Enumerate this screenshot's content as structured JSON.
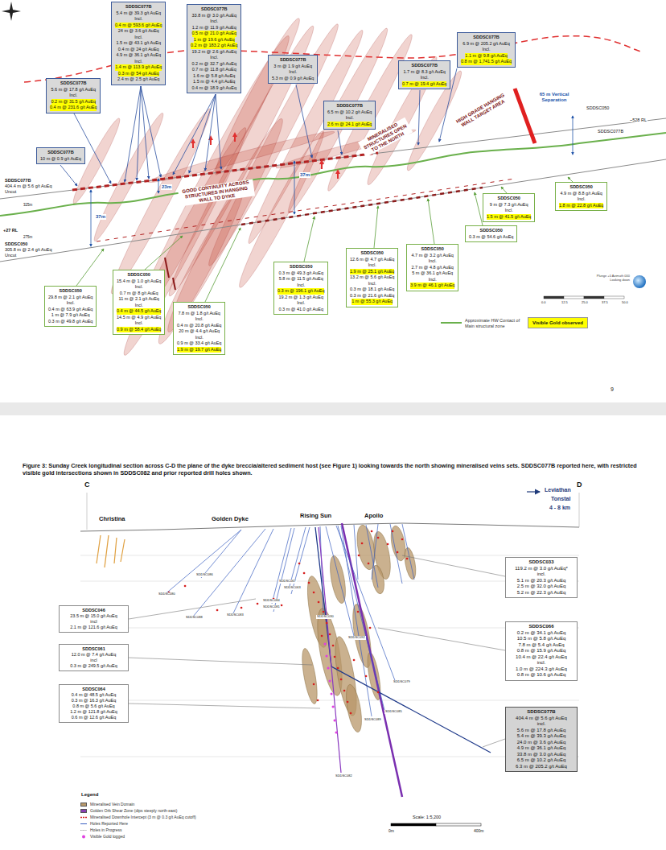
{
  "diagram": {
    "caption": "Figure 3: Sunday Creek longitudinal section across C-D the plane of the dyke breccia/altered sediment host (see Figure 1) looking towards the north showing mineralised veins sets. SDDSC077B reported here, with restricted visible gold intersections shown in SDDSC082 and prior reported drill holes shown.",
    "nodes": [
      {
        "text": [
          "SDDSC077B",
          "5.6 m @ 17.8 g/t AuEq",
          "Incl.",
          "0.2 m @ 31.5 g/t AuEq",
          "0.4 m @ 231.6 g/t AuEq"
        ]
      },
      {
        "text": [
          "SDDSC077B",
          "5.4 m @ 39.3 g/t AuEq",
          "Incl.",
          "0.4 m @ 593.6 g/t AuEq",
          "24 m @ 3.6 g/t AuEq",
          "Incl.",
          "1.5 m @ 43.1 g/t AuEq",
          "0.4 m @ 24 g/t AuEq",
          "4.9 m @ 36.1 g/t AuEq",
          "Incl.",
          "1.4 m @ 113.9 g/t AuEq",
          "0.3 m @ 54 g/t AuEq",
          "2.4 m @ 2.5 g/t AuEq"
        ]
      },
      {
        "text": [
          "SDDSC077B",
          "33.8 m @ 3.0 g/t AuEq",
          "Incl.",
          "1.2 m @ 11.9 g/t AuEq",
          "0.5 m @ 21.0 g/t AuEq",
          "1 m @ 19.6 g/t AuEq",
          "0.2 m @ 183.2 g/t AuEq",
          "19.2 m @ 2.6 g/t AuEq",
          "Incl.",
          "0.2 m @ 32.7 g/t AuEq",
          "0.7 m @ 11.8 g/t AuEq",
          "1.6 m @ 5.8 g/t AuEq",
          "1.5 m @ 4.4 g/t AuEq",
          "0.4 m @ 18.9 g/t AuEq"
        ]
      },
      {
        "text": [
          "SDDSC077B",
          "3 m @ 1.9 g/t AuEq",
          "Incl.",
          "5.3 m @ 0.9 g/t AuEq"
        ]
      },
      {
        "text": [
          "SDDSC077B",
          "6.5 m @ 10.2 g/t AuEq",
          "Incl.",
          "2.6 m @ 24.1 g/t AuEq"
        ]
      },
      {
        "text": [
          "SDDSC077B",
          "1.7 m @ 8.3 g/t AuEq",
          "Incl.",
          "0.7 m @ 19.4 g/t AuEq"
        ]
      },
      {
        "text": [
          "SDDSC077B",
          "6.9 m @ 205.2 g/t AuEq",
          "Incl.",
          "1.1 m @ 9.8 g/t AuEq",
          "0.8 m @ 1,741.5 g/t AuEq"
        ]
      },
      {
        "text": [
          "SDDSC077B",
          "10 m @ 0.9 g/t AuEq"
        ]
      },
      {
        "text": [
          "SDDSC050",
          "4.9 m @ 8.8 g/t AuEq",
          "Incl.",
          "1.8 m @ 22.8 g/t AuEq"
        ]
      },
      {
        "text": [
          "SDDSC050",
          "9 m @ 7.3 g/t AuEq",
          "Incl.",
          "1.5 m @ 41.5 g/t AuEq"
        ]
      },
      {
        "text": [
          "SDDSC050",
          "0.3 m @ 54.6 g/t AuEq"
        ]
      },
      {
        "text": [
          "SDDSC050",
          "4.7 m @ 3.2 g/t AuEq",
          "Incl.",
          "2.7 m @ 4.8 g/t AuEq",
          "5 m @ 36.1 g/t AuEq",
          "Incl.",
          "3.9 m @ 46.1 g/t AuEq"
        ]
      },
      {
        "text": [
          "SDDSC050",
          "12.6 m @ 4.7 g/t AuEq",
          "Incl.",
          "1.9 m @ 25.1 g/t AuEq",
          "13.2 m @ 5.6 g/t AuEq",
          "Incl.",
          "0.3 m @ 18.1 g/t AuEq",
          "0.3 m @ 21.6 g/t AuEq",
          "1 m @ 55.3 g/t AuEq"
        ]
      },
      {
        "text": [
          "SDDSC050",
          "0.3 m @ 49.3 g/t AuEq",
          "5.8 m @ 11.5 g/t AuEq",
          "Incl.",
          "0.3 m @ 196.1 g/t AuEq",
          "19.2 m @ 1.3 g/t AuEq",
          "Incl.",
          "0.3 m @ 41.0 g/t AuEq"
        ]
      },
      {
        "text": [
          "SDDSC050",
          "7.8 m @ 1.8 g/t AuEq",
          "Incl.",
          "0.4 m @ 20.8 g/t AuEq",
          "20 m @ 4.4 g/t AuEq",
          "Incl.",
          "0.9 m @ 33.4 g/t AuEq",
          "1.9 m @ 19.7 g/t AuEq"
        ]
      },
      {
        "text": [
          "SDDSC050",
          "15.4 m @ 1.0 g/t AuEq",
          "Incl.",
          "0.7 m @ 8 g/t AuEq",
          "11 m @ 2.1 g/t AuEq",
          "Incl.",
          "0.4 m @ 44.5 g/t AuEq",
          "14.5 m @ 4.9 g/t AuEq",
          "Incl.",
          "0.9 m @ 58.4 g/t AuEq"
        ]
      },
      {
        "text": [
          "SDDSC050",
          "29.8 m @ 2.1 g/t AuEq",
          "Incl.",
          "0.4 m @ 63.9 g/t AuEq",
          "1 m @ 7.9 g/t AuEq",
          "0.3 m @ 49.8 g/t AuEq"
        ]
      },
      {
        "text": [
          "SDDSC046",
          "23.5 m @ 15.0 g/t AuEq",
          "incl",
          "2.1 m @ 121.6 g/t AuEq"
        ]
      },
      {
        "text": [
          "SDDSC061",
          "12.0 m @ 7.4 g/t AuEq",
          "incl",
          "0.3 m @ 249.5 g/t AuEq"
        ]
      },
      {
        "text": [
          "SDDSC064",
          "0.4 m @ 48.5 g/t AuEq",
          "0.3 m @ 16.3 g/t AuEq",
          "0.8 m @ 5.6 g/t AuEq",
          "1.2 m @ 121.8 g/t AuEq",
          "0.6 m @ 12.6 g/t AuEq"
        ]
      },
      {
        "text": [
          "SDDSC033",
          "119.2 m @ 3.0 g/t AuEq*",
          "incl.",
          "5.1 m @ 20.3 g/t AuEq",
          "2.5 m @ 32.0 g/t AuEq",
          "5.2 m @ 22.3 g/t AuEq"
        ]
      },
      {
        "text": [
          "SDDSC066",
          "0.2 m @ 34.1 g/t AuEq",
          "10.5 m @ 5.8 g/t AuEq",
          "7.8 m @ 5.4 g/t AuEq",
          "0.8 m @ 15.9 g/t AuEq",
          "10.4 m @ 22.4 g/t AuEq",
          "incl.",
          "1.0 m @ 224.3 g/t AuEq",
          "0.8 m @ 10.6 g/t AuEq"
        ]
      },
      {
        "text": [
          "SDDSC077B",
          "404.4 m @ 5.6 g/t AuEq",
          "incl.",
          "5.6 m @ 17.8 g/t AuEq",
          "5.4 m @ 39.3 g/t AuEq",
          "24.0 m @ 3.6 g/t AuEq",
          "4.9 m @ 36.1 g/t AuEq",
          "33.8 m @ 3.0 g/t AuEq",
          "6.5 m @ 10.2 g/t AuEq",
          "6.3 m @ 205.2 g/t AuEq"
        ]
      }
    ],
    "labels": [
      "SDDSC077B",
      "404.4 m @ 5.6 g/t AuEq",
      "Uncut",
      "SDDSC050",
      "305.8 m @ 2.4 g/t AuEq",
      "Uncut",
      "GOOD CONTINUITY ACROSS STRUCTURES IN HANGING WALL TO DYKE",
      "MINERALISED STRUCTURES OPEN TO THE NORTH",
      "HIGH GRADE HANGING WALL TARGET AREA",
      "65 m Vertical Separation",
      "37m",
      "23m",
      "37m",
      "~528 RL",
      "SDDSC050",
      "SDDSC077B",
      "+27 RL",
      "325m",
      "275m",
      "Plunge +0 Azimuth 000 Looking down",
      "0.0",
      "12.5",
      "25.0",
      "37.5",
      "50.0",
      "9",
      "C",
      "D",
      "Christina",
      "Golden Dyke",
      "Rising Sun",
      "Apollo",
      "Leviathan",
      "Tonstal",
      "4 - 8 km",
      "SDDSC080",
      "SDDSC086",
      "SDDSC088",
      "SDDSC083",
      "SDDSC084",
      "SDDSC081",
      "SDDSC067",
      "SDDSC063",
      "SDDSC030",
      "SDDSC092",
      "SDDSC079",
      "SDDSC085",
      "SDDSC089",
      "SDDSC082",
      "Legend",
      "Scale: 1:5,200",
      "0m",
      "400m"
    ],
    "legend": [
      {
        "text": "Approximate HW Contact of Main structural zone"
      },
      {
        "text": "Visible Gold observed",
        "color": "#ffff00"
      },
      {
        "text": "Mineralised Vein Domain",
        "color": "#b99a6b"
      },
      {
        "text": "Golden Orb Shear Zone (dips steeply north-east)",
        "color": "#8a3fb3"
      },
      {
        "text": "Mineralised Downhole Intercept (3 m @ 0.3 g/t AuEq cutoff)"
      },
      {
        "text": "Holes Reported Here"
      },
      {
        "text": "Holes in Progress"
      },
      {
        "text": "Visible Gold logged"
      }
    ]
  }
}
